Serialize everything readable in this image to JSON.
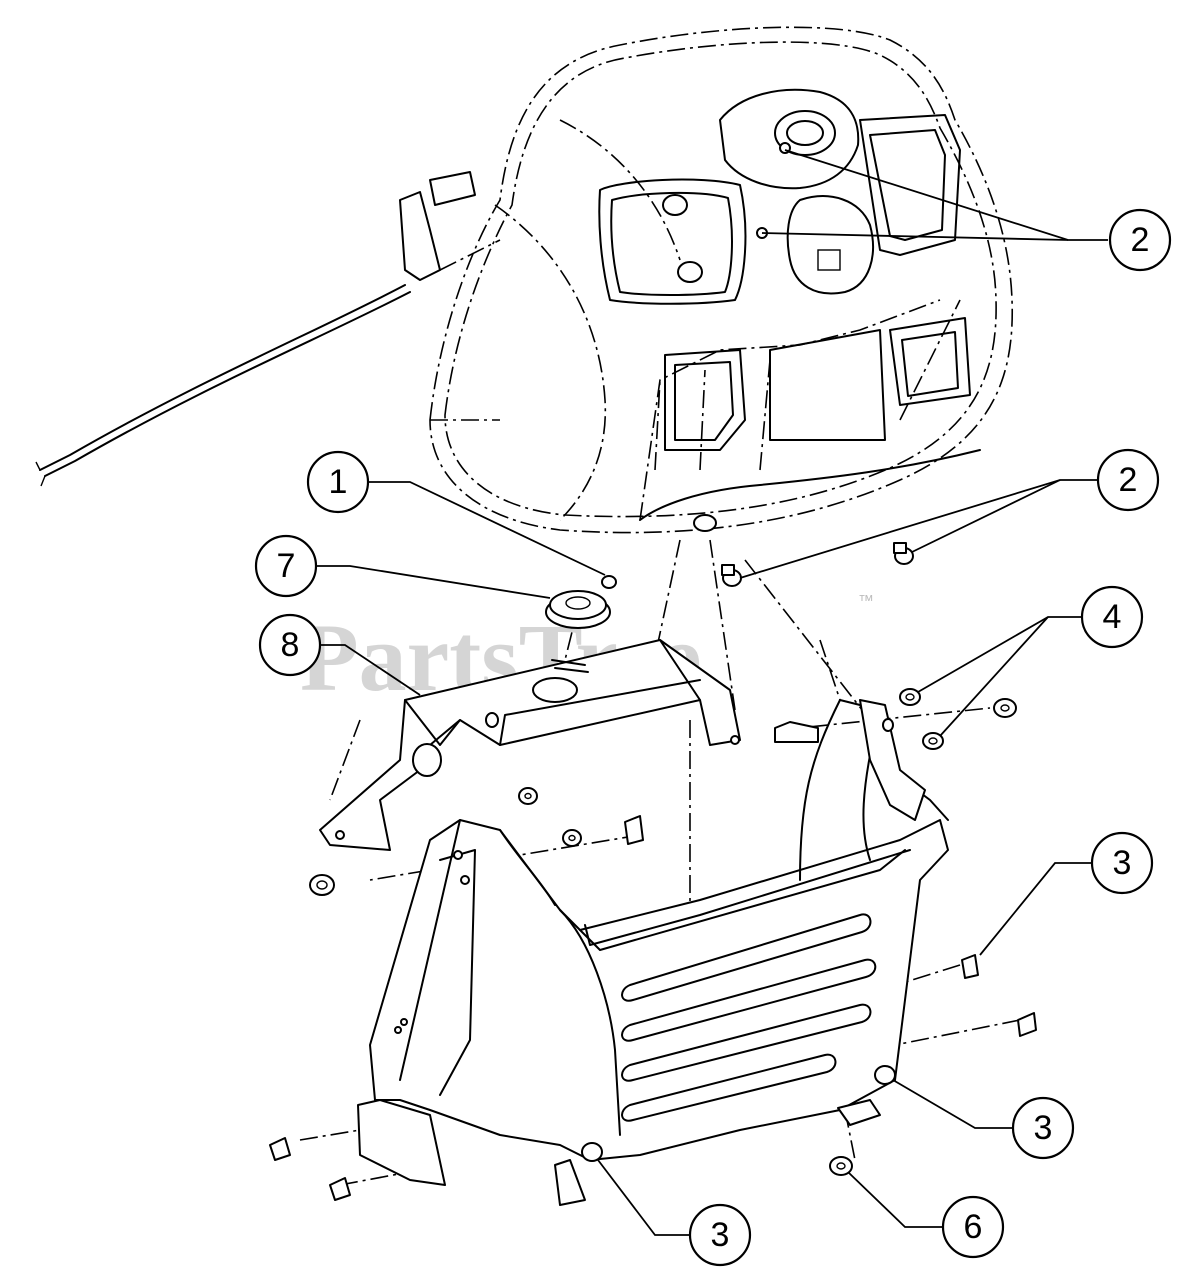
{
  "watermark": {
    "brand": "PartsTree",
    "trademark": "™"
  },
  "callouts": [
    {
      "id": "callout-2-upper",
      "label": "2"
    },
    {
      "id": "callout-2-lower",
      "label": "2"
    },
    {
      "id": "callout-1",
      "label": "1"
    },
    {
      "id": "callout-7",
      "label": "7"
    },
    {
      "id": "callout-8",
      "label": "8"
    },
    {
      "id": "callout-4",
      "label": "4"
    },
    {
      "id": "callout-3-right",
      "label": "3"
    },
    {
      "id": "callout-3-lower-right",
      "label": "3"
    },
    {
      "id": "callout-3-bottom",
      "label": "3"
    },
    {
      "id": "callout-6",
      "label": "6"
    }
  ]
}
